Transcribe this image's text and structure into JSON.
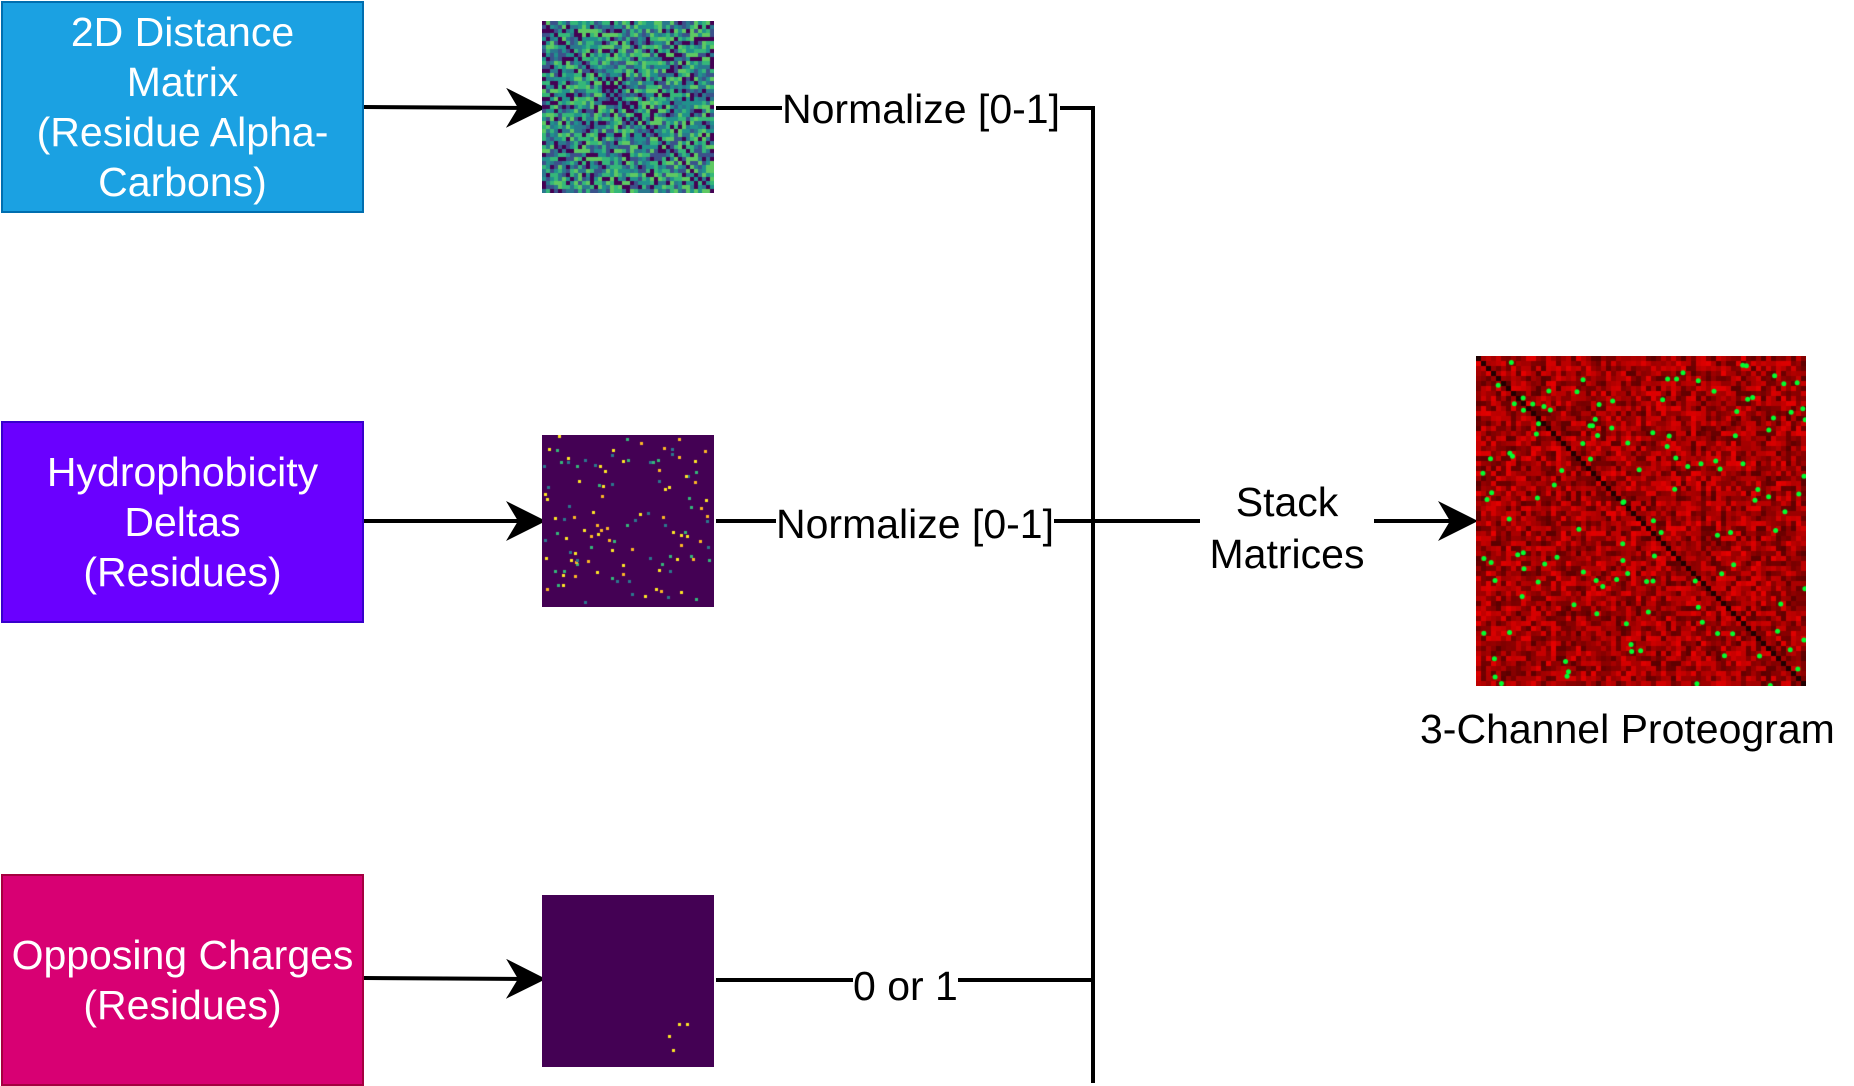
{
  "sources": [
    {
      "id": "distance",
      "label": "2D Distance\nMatrix\n(Residue Alpha-\nCarbons)",
      "color": "#1ba1e2"
    },
    {
      "id": "hydro",
      "label": "Hydrophobicity\nDeltas\n(Residues)",
      "color": "#6a00ff"
    },
    {
      "id": "charge",
      "label": "Opposing Charges\n(Residues)",
      "color": "#d80073"
    }
  ],
  "edges": {
    "norm1": "Normalize [0-1]",
    "norm2": "Normalize [0-1]",
    "binary": "0 or 1",
    "stack": "Stack\nMatrices"
  },
  "output": {
    "label": "3-Channel Proteogram"
  },
  "colors": {
    "viridis_dark": "#440154",
    "viridis_teal": "#2a788e",
    "viridis_green": "#35b779",
    "viridis_yellow": "#fde725",
    "proteogram_red": "#b00000",
    "proteogram_green": "#00ff30"
  }
}
